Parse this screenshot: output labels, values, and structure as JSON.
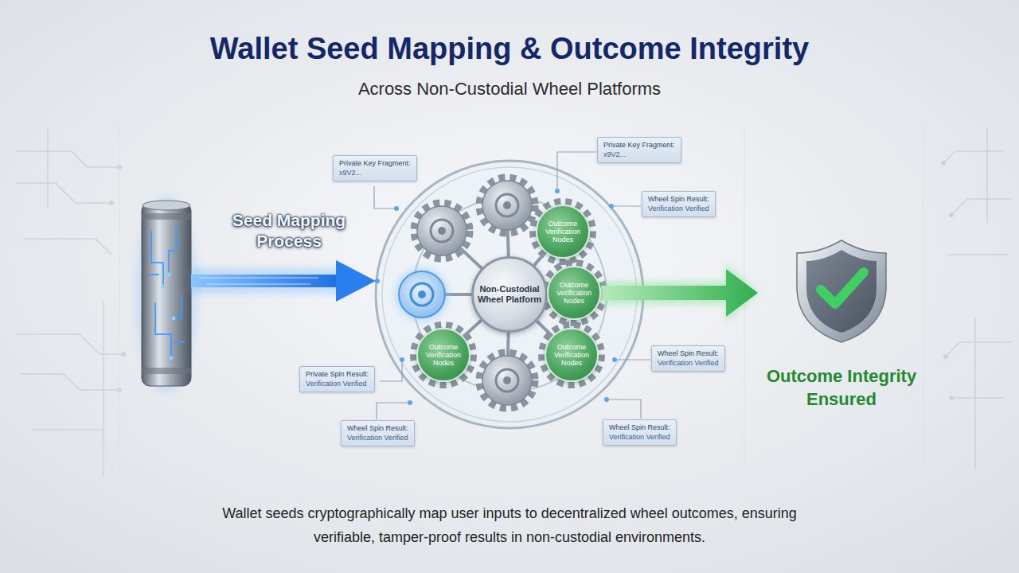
{
  "diagram": {
    "title": "Wallet Seed Mapping & Outcome Integrity",
    "caption": "Wallet seeds cryptographically map user inputs to decentralized wheel outcomes, ensuring verifiable, tamper-proof results in non-custodial environments.",
    "nodes": [
      {
        "text": [
          "Non-Custodial Wheel Platform"
        ]
      },
      {
        "text": [
          "Outcome Verification Nodes"
        ]
      },
      {
        "text": [
          "Outcome Verification Nodes"
        ]
      },
      {
        "text": [
          "Outcome Verification Nodes"
        ]
      },
      {
        "text": [
          "Outcome Verification Nodes"
        ]
      },
      {
        "text": [
          "Outcome Integrity Ensured"
        ]
      },
      {
        "text": [
          "Private Key Fragment:",
          "x9V2..."
        ]
      },
      {
        "text": [
          "Private Key Fragment:",
          "x9V2..."
        ]
      },
      {
        "text": [
          "Wheel Spin Result:",
          "Verification Verified"
        ]
      },
      {
        "text": [
          "Wheel Spin Result:",
          "Verification Verified"
        ]
      },
      {
        "text": [
          "Private Spin Result:",
          "Verification Verified"
        ]
      },
      {
        "text": [
          "Wheel Spin Result:",
          "Verification Verified"
        ]
      },
      {
        "text": [
          "Wheel Spin Result:",
          "Verification Verified"
        ]
      }
    ],
    "edges": [
      {
        "from": 0,
        "to": 1,
        "arrow": "none"
      },
      {
        "from": 0,
        "to": 2,
        "arrow": "none"
      },
      {
        "from": 0,
        "to": 3,
        "arrow": "none"
      },
      {
        "from": 0,
        "to": 4,
        "arrow": "none"
      },
      {
        "from": 2,
        "to": 5,
        "arrow": "to"
      }
    ],
    "labels": [
      "Across Non-Custodial Wheel Platforms",
      "Seed Mapping Process"
    ]
  }
}
